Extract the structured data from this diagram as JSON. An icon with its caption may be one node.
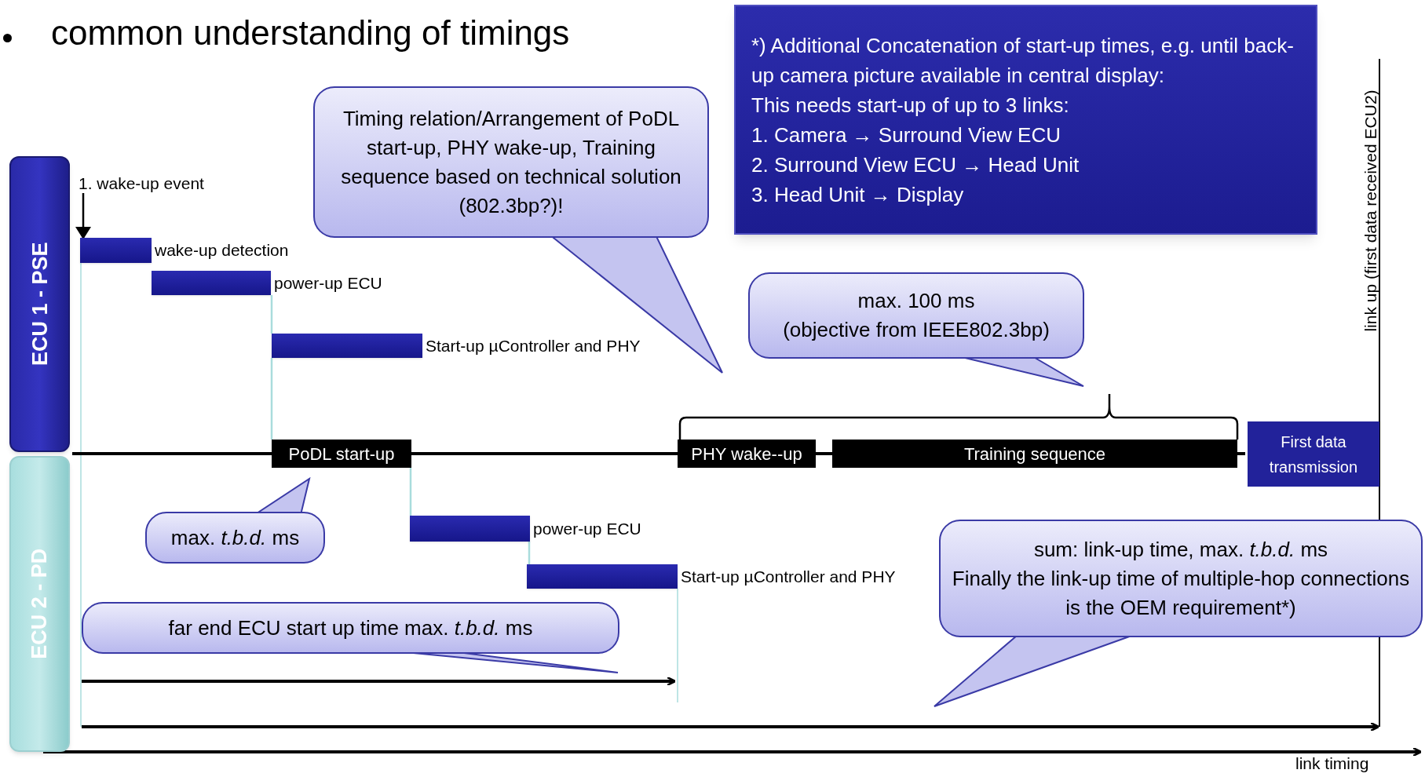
{
  "diagram": {
    "title": "common understanding of timings",
    "nodes": [
      {
        "text": [
          "ECU 1 - PSE"
        ]
      },
      {
        "text": [
          "ECU 2 - PD"
        ]
      },
      {
        "text": [],
        "shape": "bar",
        "beside": [
          "wake-up detection"
        ]
      },
      {
        "text": [],
        "shape": "bar",
        "beside": [
          "power-up ECU"
        ]
      },
      {
        "text": [],
        "shape": "bar",
        "beside": [
          "Start-up µController and PHY"
        ]
      },
      {
        "text": [
          "PoDL start-up"
        ]
      },
      {
        "text": [
          "PHY wake--up"
        ]
      },
      {
        "text": [
          "Training sequence"
        ]
      },
      {
        "text": [
          "First data transmission"
        ]
      },
      {
        "text": [],
        "shape": "bar",
        "beside": [
          "power-up ECU"
        ]
      },
      {
        "text": [],
        "shape": "bar",
        "beside": [
          "Start-up µController and PHY"
        ]
      },
      {
        "text": [
          "Timing relation/Arrangement of PoDL start-up, PHY wake-up, Training sequence based on technical solution (802.3bp?)!"
        ]
      },
      {
        "text": [
          "*) Additional Concatenation of start-up times, e.g. until back-up camera picture  available in central display:",
          "This needs start-up of up to 3 links:",
          "1. Camera → Surround View ECU",
          "2. Surround View ECU → Head Unit",
          "3. Head Unit → Display"
        ]
      },
      {
        "text": [
          "max. 100 ms",
          "(objective from IEEE802.3bp)"
        ]
      },
      {
        "text": [
          "max. *t.b.d.* ms"
        ]
      },
      {
        "text": [
          "far end ECU start up time max. *t.b.d.* ms"
        ]
      },
      {
        "text": [
          "sum: link-up time, max. *t.b.d.* ms",
          "Finally the link-up time of multiple-hop connections  is the OEM requirement*)"
        ]
      },
      {
        "text": [
          "1. wake-up event"
        ]
      }
    ],
    "edges": [
      {
        "from": 17,
        "to": 2,
        "arrow": "to",
        "color": "#000000"
      },
      {
        "from": 3,
        "to": 4,
        "arrow": "none"
      },
      {
        "from": 4,
        "to": 5,
        "arrow": "none"
      },
      {
        "from": 5,
        "to": 9,
        "arrow": "none"
      },
      {
        "from": 9,
        "to": 10,
        "arrow": "none"
      }
    ],
    "labels": [
      "link up (first data received ECU2)",
      "link timing"
    ]
  }
}
